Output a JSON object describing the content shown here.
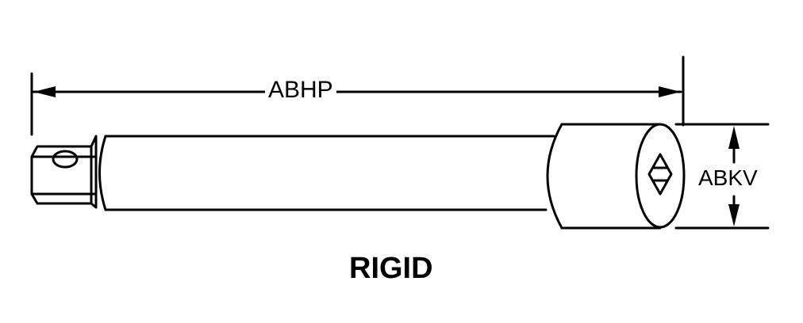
{
  "diagram": {
    "dimension_length_label": "ABHP",
    "dimension_diameter_label": "ABKV",
    "caption": "RIGID"
  },
  "colors": {
    "ink": "#000000",
    "paper": "#ffffff"
  }
}
